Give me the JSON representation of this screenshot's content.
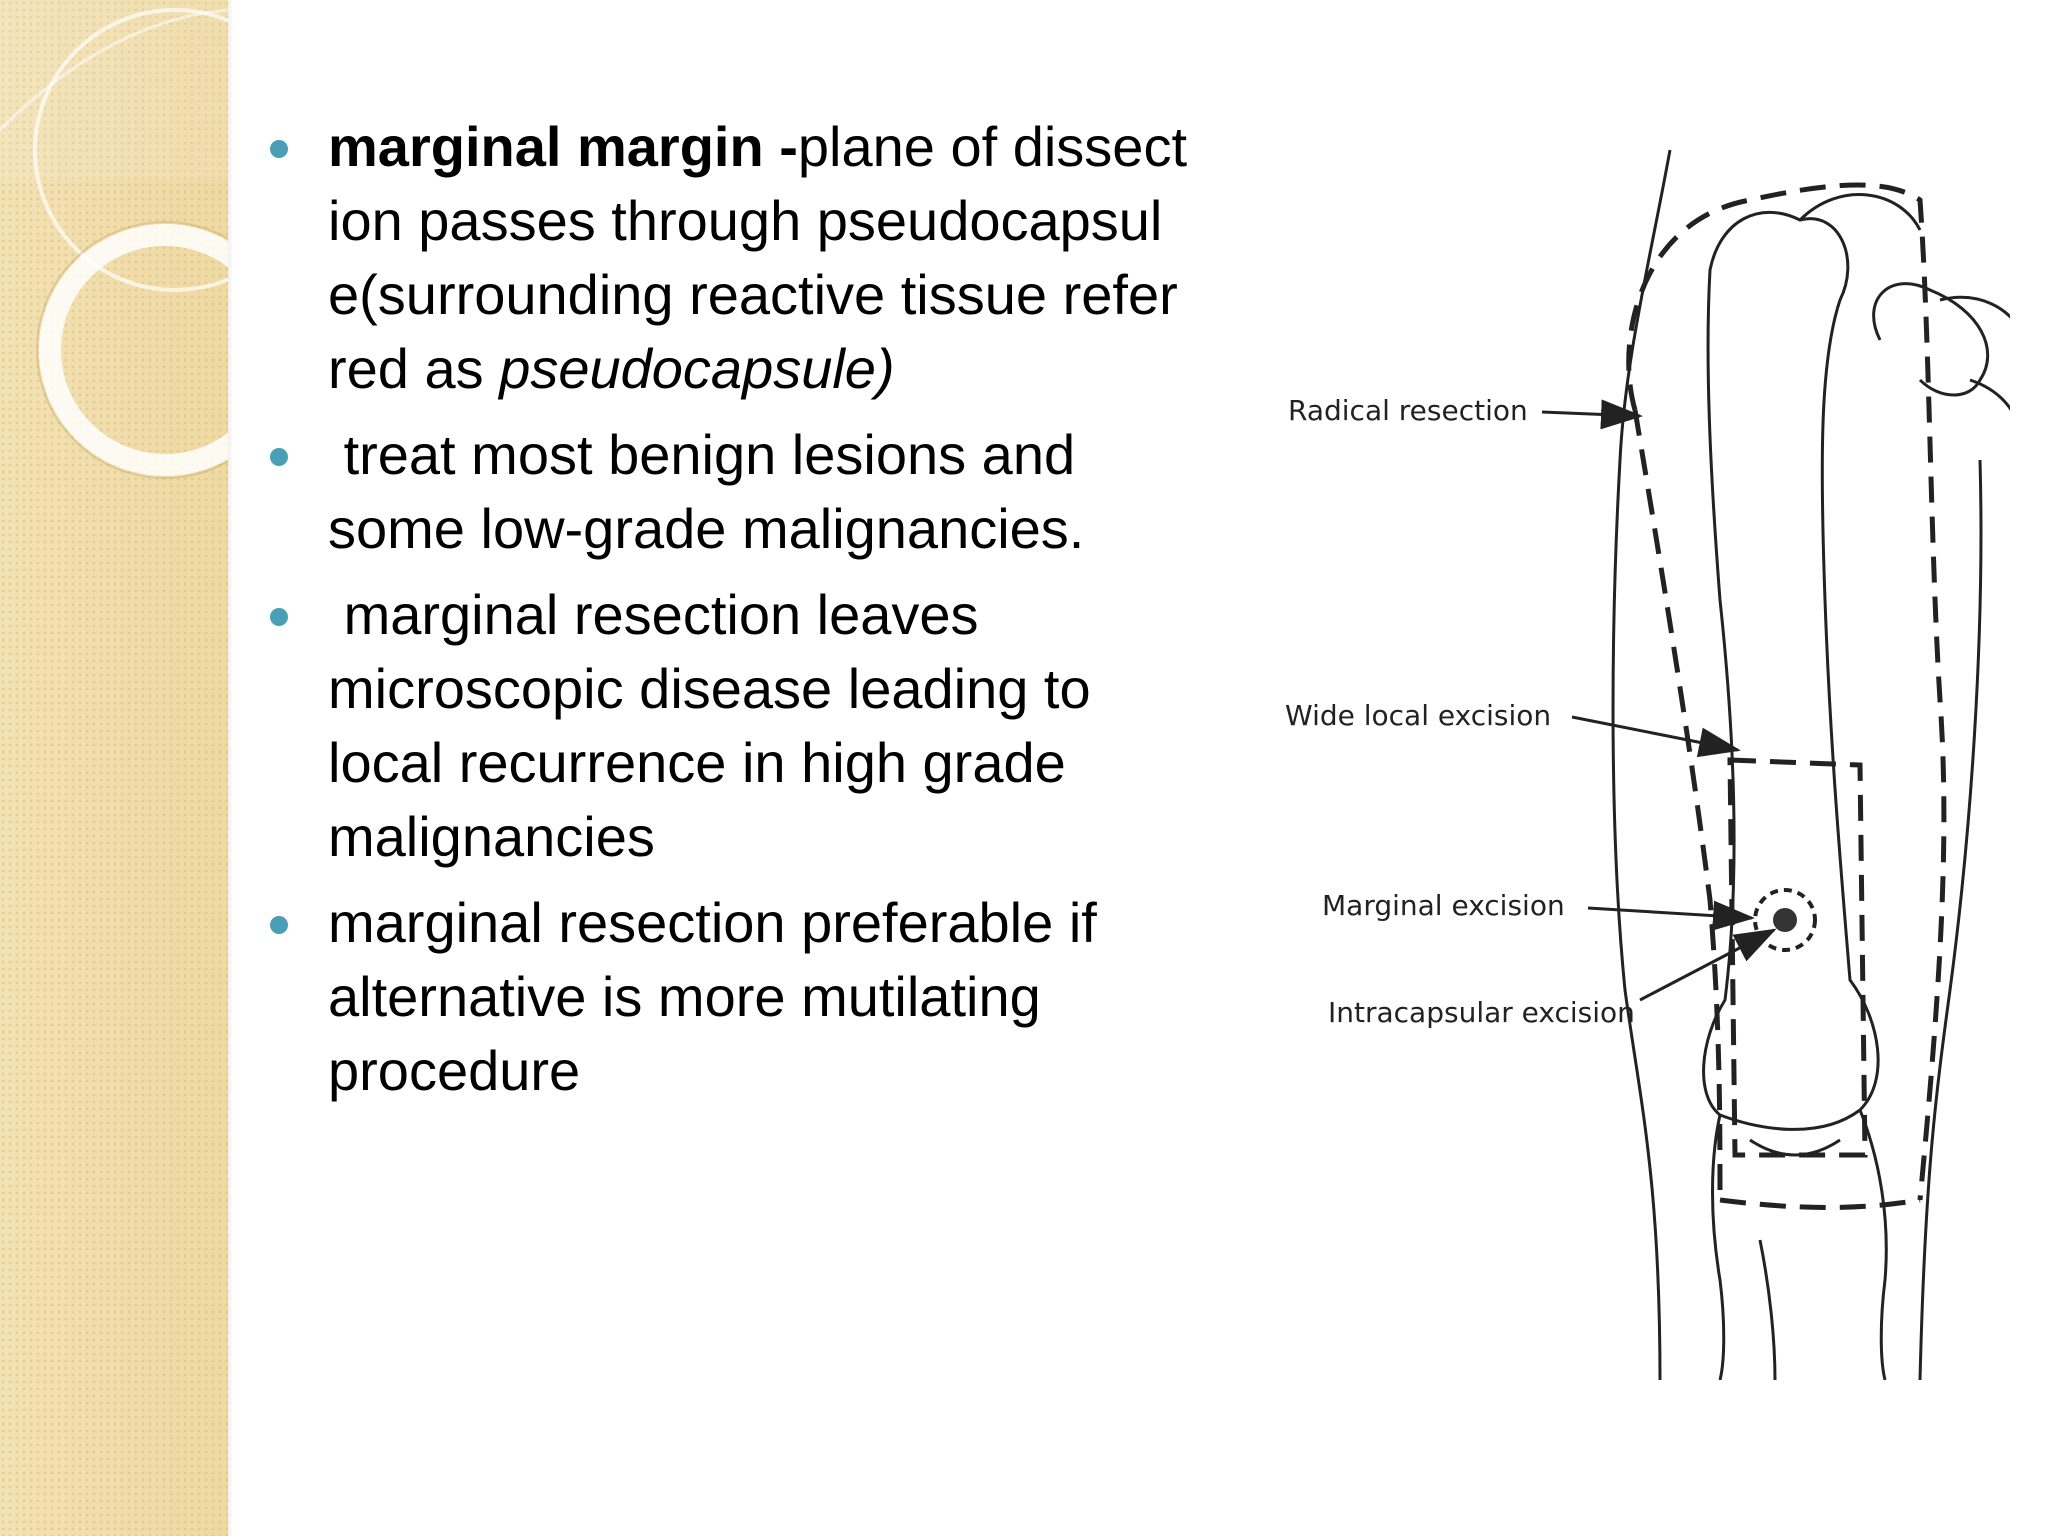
{
  "slide": {
    "bullets": [
      {
        "bold": "marginal margin -",
        "text": "plane of dissection passes through pseudocapsule(surrounding reactive tissue referred as ",
        "italic": "pseudocapsule)"
      },
      {
        "text": " treat most benign lesions and some low-grade malignancies."
      },
      {
        "text": " marginal resection leaves microscopic disease leading to local recurrence in high grade malignancies"
      },
      {
        "text": "marginal resection preferable if alternative is more mutilating procedure"
      }
    ],
    "figure": {
      "labels": {
        "radical": "Radical resection",
        "wide": "Wide local excision",
        "marginal": "Marginal excision",
        "intracapsular": "Intracapsular excision"
      }
    }
  },
  "colors": {
    "bullet": "#4a9fb5",
    "sidebar": "#f1dfaf"
  }
}
